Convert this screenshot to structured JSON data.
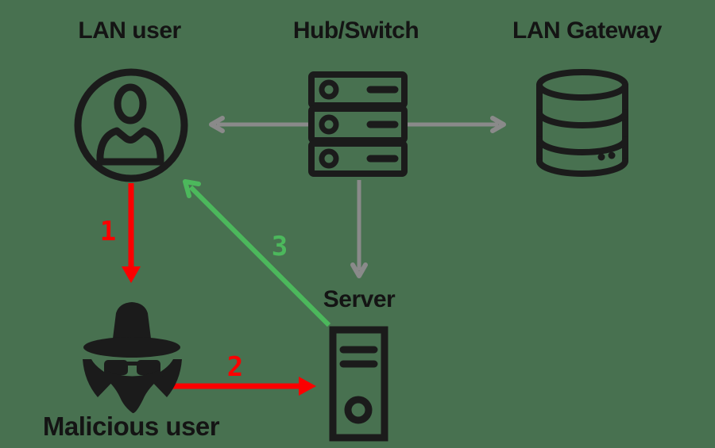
{
  "diagram": {
    "nodes": {
      "lan_user": {
        "label": "LAN user",
        "icon": "person-circle-icon"
      },
      "hub_switch": {
        "label": "Hub/Switch",
        "icon": "switch-rack-icon"
      },
      "lan_gateway": {
        "label": "LAN Gateway",
        "icon": "database-icon"
      },
      "server": {
        "label": "Server",
        "icon": "server-tower-icon"
      },
      "malicious_user": {
        "label": "Malicious user",
        "icon": "spy-icon"
      }
    },
    "edges": [
      {
        "from": "hub_switch",
        "to": "lan_user",
        "color": "gray",
        "label": ""
      },
      {
        "from": "hub_switch",
        "to": "lan_gateway",
        "color": "gray",
        "label": ""
      },
      {
        "from": "hub_switch",
        "to": "server",
        "color": "gray",
        "label": ""
      },
      {
        "from": "lan_user",
        "to": "malicious_user",
        "color": "red",
        "label": "1"
      },
      {
        "from": "malicious_user",
        "to": "server",
        "color": "red",
        "label": "2"
      },
      {
        "from": "server",
        "to": "lan_user",
        "color": "green",
        "label": "3"
      }
    ]
  },
  "colors": {
    "background": "#487150",
    "black": "#1b1b1b",
    "red": "#fb0000",
    "green": "#4cb85c",
    "gray": "#8a8a8a",
    "text": "#141414"
  }
}
